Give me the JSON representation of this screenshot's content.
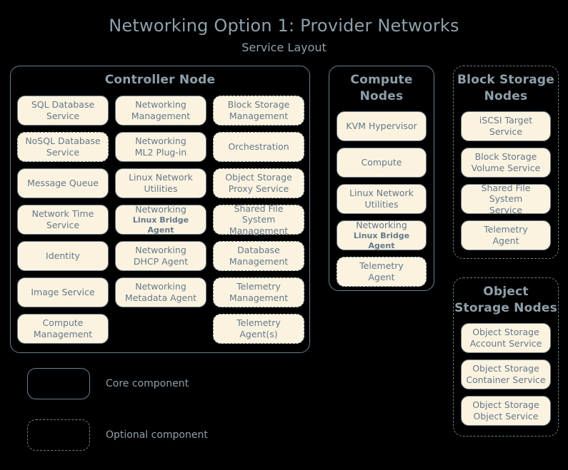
{
  "header": {
    "title": "Networking Option 1: Provider Networks",
    "subtitle": "Service Layout"
  },
  "legend": {
    "core": {
      "label": "Core component",
      "style": "solid"
    },
    "optional": {
      "label": "Optional component",
      "style": "dashed"
    }
  },
  "colors": {
    "background": "#000000",
    "title_text": "#8fa0ab",
    "component_fill": "#fbf3e0",
    "component_text": "#65798a",
    "border": "#6d7f8c"
  },
  "nodes": {
    "controller": {
      "title": "Controller Node",
      "container_style": "solid",
      "columns": [
        {
          "items": [
            {
              "line1": "SQL Database",
              "line2": "Service",
              "style": "solid"
            },
            {
              "line1": "NoSQL Database",
              "line2": "Service",
              "style": "dashed"
            },
            {
              "line1": "Message Queue",
              "line2": "",
              "style": "solid"
            },
            {
              "line1": "Network Time",
              "line2": "Service",
              "style": "solid"
            },
            {
              "line1": "Identity",
              "line2": "",
              "style": "solid"
            },
            {
              "line1": "Image Service",
              "line2": "",
              "style": "solid"
            },
            {
              "line1": "Compute",
              "line2": "Management",
              "style": "solid"
            }
          ]
        },
        {
          "items": [
            {
              "line1": "Networking",
              "line2": "Management",
              "style": "solid"
            },
            {
              "line1": "Networking",
              "line2": "ML2 Plug-in",
              "style": "solid"
            },
            {
              "line1": "Linux Network",
              "line2": "Utilities",
              "style": "solid"
            },
            {
              "line1": "Networking",
              "line2": "Linux Bridge Agent",
              "line2_small": true,
              "style": "solid"
            },
            {
              "line1": "Networking",
              "line2": "DHCP Agent",
              "style": "solid"
            },
            {
              "line1": "Networking",
              "line2": "Metadata Agent",
              "style": "solid"
            },
            {
              "line1": "",
              "line2": "",
              "style": "empty"
            }
          ]
        },
        {
          "items": [
            {
              "line1": "Block Storage",
              "line2": "Management",
              "style": "dashed"
            },
            {
              "line1": "Orchestration",
              "line2": "",
              "style": "dashed"
            },
            {
              "line1": "Object Storage",
              "line2": "Proxy Service",
              "style": "dashed"
            },
            {
              "line1": "Shared File System",
              "line2": "Management",
              "style": "dashed"
            },
            {
              "line1": "Database",
              "line2": "Management",
              "style": "dashed"
            },
            {
              "line1": "Telemetry",
              "line2": "Management",
              "style": "dashed"
            },
            {
              "line1": "Telemetry",
              "line2": "Agent(s)",
              "style": "dashed"
            }
          ]
        }
      ]
    },
    "compute": {
      "title_line1": "Compute",
      "title_line2": "Nodes",
      "container_style": "solid",
      "items": [
        {
          "line1": "KVM Hypervisor",
          "line2": "",
          "style": "solid"
        },
        {
          "line1": "Compute",
          "line2": "",
          "style": "solid"
        },
        {
          "line1": "Linux Network",
          "line2": "Utilities",
          "style": "solid"
        },
        {
          "line1": "Networking",
          "line2": "Linux Bridge Agent",
          "line2_small": true,
          "style": "solid"
        },
        {
          "line1": "Telemetry",
          "line2": "Agent",
          "style": "dashed"
        }
      ]
    },
    "block_storage": {
      "title_line1": "Block Storage",
      "title_line2": "Nodes",
      "container_style": "dashed",
      "items": [
        {
          "line1": "iSCSI Target",
          "line2": "Service",
          "style": "solid"
        },
        {
          "line1": "Block Storage",
          "line2": "Volume Service",
          "style": "solid"
        },
        {
          "line1": "Shared File System",
          "line2": "Service",
          "style": "solid"
        },
        {
          "line1": "Telemetry",
          "line2": "Agent",
          "style": "solid"
        }
      ]
    },
    "object_storage": {
      "title_line1": "Object",
      "title_line2": "Storage Nodes",
      "container_style": "dashed",
      "items": [
        {
          "line1": "Object Storage",
          "line2": "Account Service",
          "style": "solid"
        },
        {
          "line1": "Object Storage",
          "line2": "Container Service",
          "style": "solid"
        },
        {
          "line1": "Object Storage",
          "line2": "Object Service",
          "style": "solid"
        }
      ]
    }
  }
}
